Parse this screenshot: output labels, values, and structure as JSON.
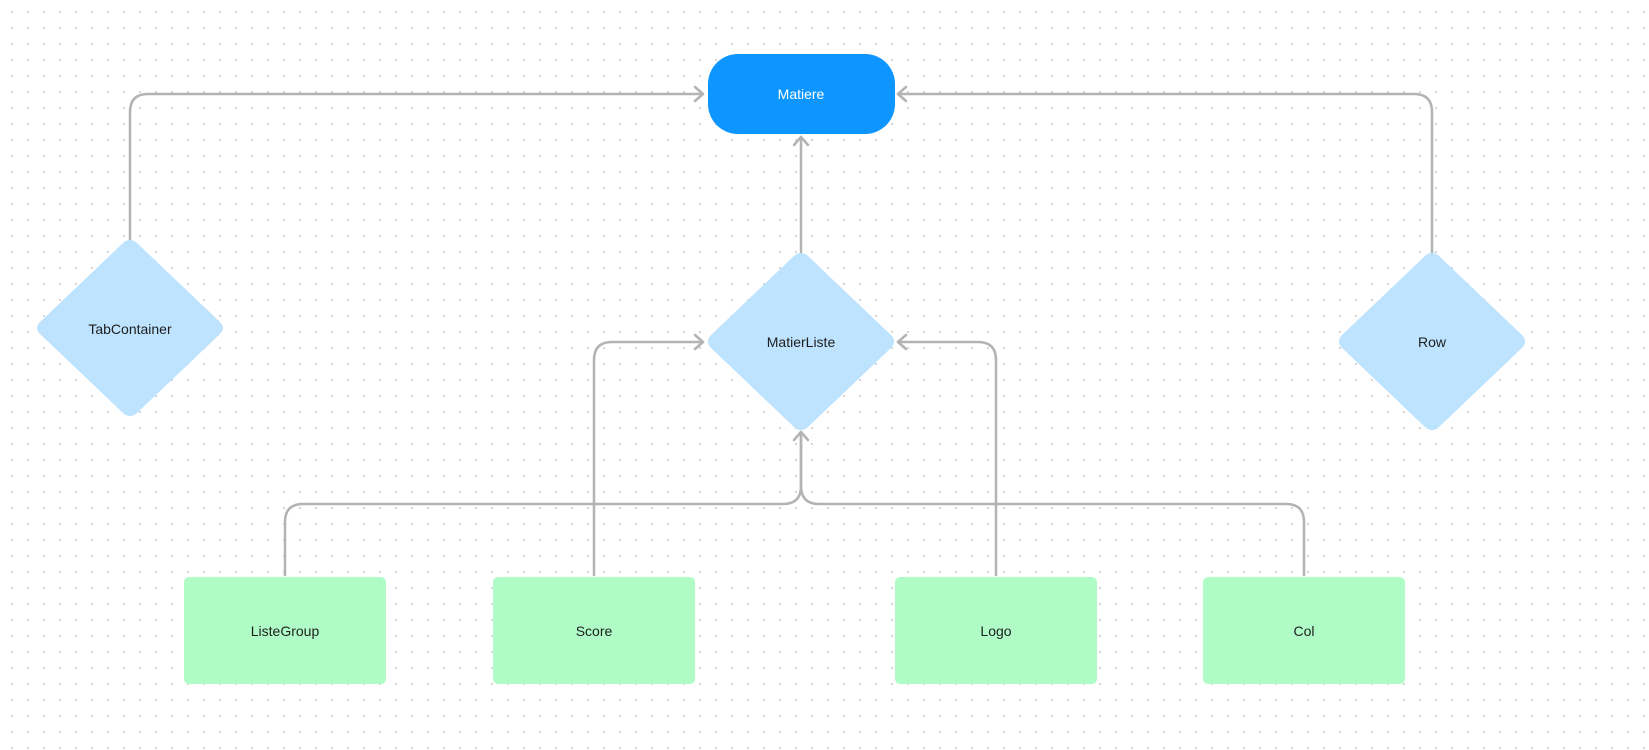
{
  "diagram": {
    "nodes": {
      "matiere": {
        "label": "Matiere",
        "shape": "pill",
        "color": "#0d96ff",
        "text_color": "#ffffff"
      },
      "tabcontainer": {
        "label": "TabContainer",
        "shape": "diamond",
        "color": "#bde3ff"
      },
      "matierliste": {
        "label": "MatierListe",
        "shape": "diamond",
        "color": "#bde3ff"
      },
      "row": {
        "label": "Row",
        "shape": "diamond",
        "color": "#bde3ff"
      },
      "listegroup": {
        "label": "ListeGroup",
        "shape": "rectangle",
        "color": "#affcc7"
      },
      "score": {
        "label": "Score",
        "shape": "rectangle",
        "color": "#affcc7"
      },
      "logo": {
        "label": "Logo",
        "shape": "rectangle",
        "color": "#affcc7"
      },
      "col": {
        "label": "Col",
        "shape": "rectangle",
        "color": "#affcc7"
      }
    },
    "edges": [
      {
        "from": "TabContainer",
        "to": "Matiere"
      },
      {
        "from": "Row",
        "to": "Matiere"
      },
      {
        "from": "MatierListe",
        "to": "Matiere"
      },
      {
        "from": "ListeGroup",
        "to": "MatierListe"
      },
      {
        "from": "Col",
        "to": "MatierListe"
      },
      {
        "from": "Score",
        "to": "MatierListe"
      },
      {
        "from": "Logo",
        "to": "MatierListe"
      }
    ],
    "edge_color": "#b3b3b3"
  }
}
